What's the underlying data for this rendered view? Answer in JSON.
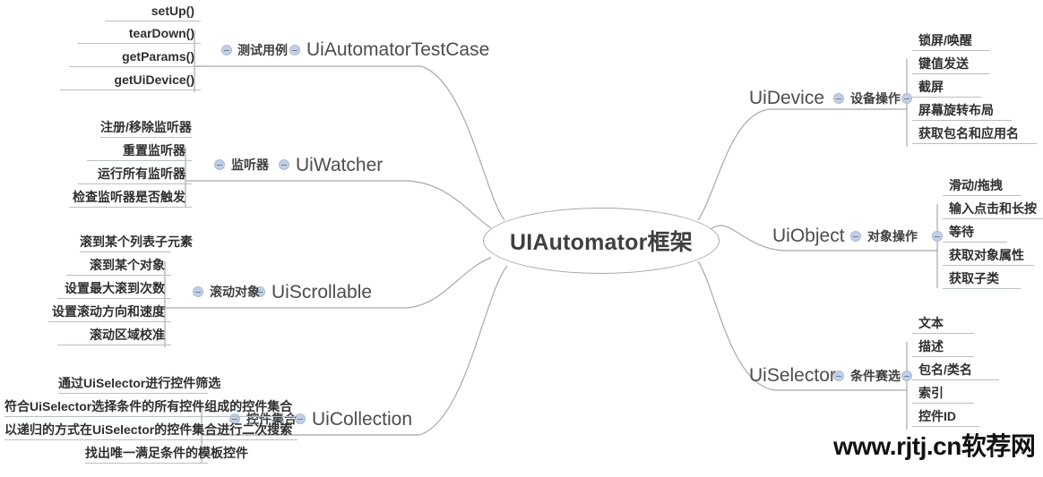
{
  "root": {
    "label": "UIAutomator框架"
  },
  "watermark": {
    "text": "www.rjtj.cn软荐网"
  },
  "colors": {
    "background": "#ffffff",
    "line": "#a8a8a8",
    "root_text": "#3f3f3f",
    "topic_text": "#4d4d4d",
    "leaf_text": "#2f2f2f",
    "leaf_underline": "#b9bec7",
    "collapse_dot": "#c2d0e6"
  },
  "branches": [
    {
      "id": "testcase",
      "side": "left",
      "topic": "UiAutomatorTestCase",
      "subtopic": "测试用例",
      "leaves": [
        "setUp()",
        "tearDown()",
        "getParams()",
        "getUiDevice()"
      ]
    },
    {
      "id": "watcher",
      "side": "left",
      "topic": "UiWatcher",
      "subtopic": "监听器",
      "leaves": [
        "注册/移除监听器",
        "重置监听器",
        "运行所有监听器",
        "检查监听器是否触发"
      ]
    },
    {
      "id": "scrollable",
      "side": "left",
      "topic": "UiScrollable",
      "subtopic": "滚动对象",
      "leaves": [
        "滚到某个列表子元素",
        "滚到某个对象",
        "设置最大滚到次数",
        "设置滚动方向和速度",
        "滚动区域校准"
      ]
    },
    {
      "id": "collection",
      "side": "left",
      "topic": "UiCollection",
      "subtopic": "控件集合",
      "leaves": [
        "通过UiSelector进行控件筛选",
        "符合UiSelector选择条件的所有控件组成的控件集合",
        "以递归的方式在UiSelector的控件集合进行二次搜索",
        "找出唯一满足条件的模板控件"
      ]
    },
    {
      "id": "device",
      "side": "right",
      "topic": "UiDevice",
      "subtopic": "设备操作",
      "leaves": [
        "锁屏/唤醒",
        "键值发送",
        "截屏",
        "屏幕旋转布局",
        "获取包名和应用名"
      ]
    },
    {
      "id": "object",
      "side": "right",
      "topic": "UiObject",
      "subtopic": "对象操作",
      "leaves": [
        "滑动/拖拽",
        "输入点击和长按",
        "等待",
        "获取对象属性",
        "获取子类"
      ]
    },
    {
      "id": "selector",
      "side": "right",
      "topic": "UiSelector",
      "subtopic": "条件赛选",
      "leaves": [
        "文本",
        "描述",
        "包名/类名",
        "索引",
        "控件ID"
      ]
    }
  ]
}
